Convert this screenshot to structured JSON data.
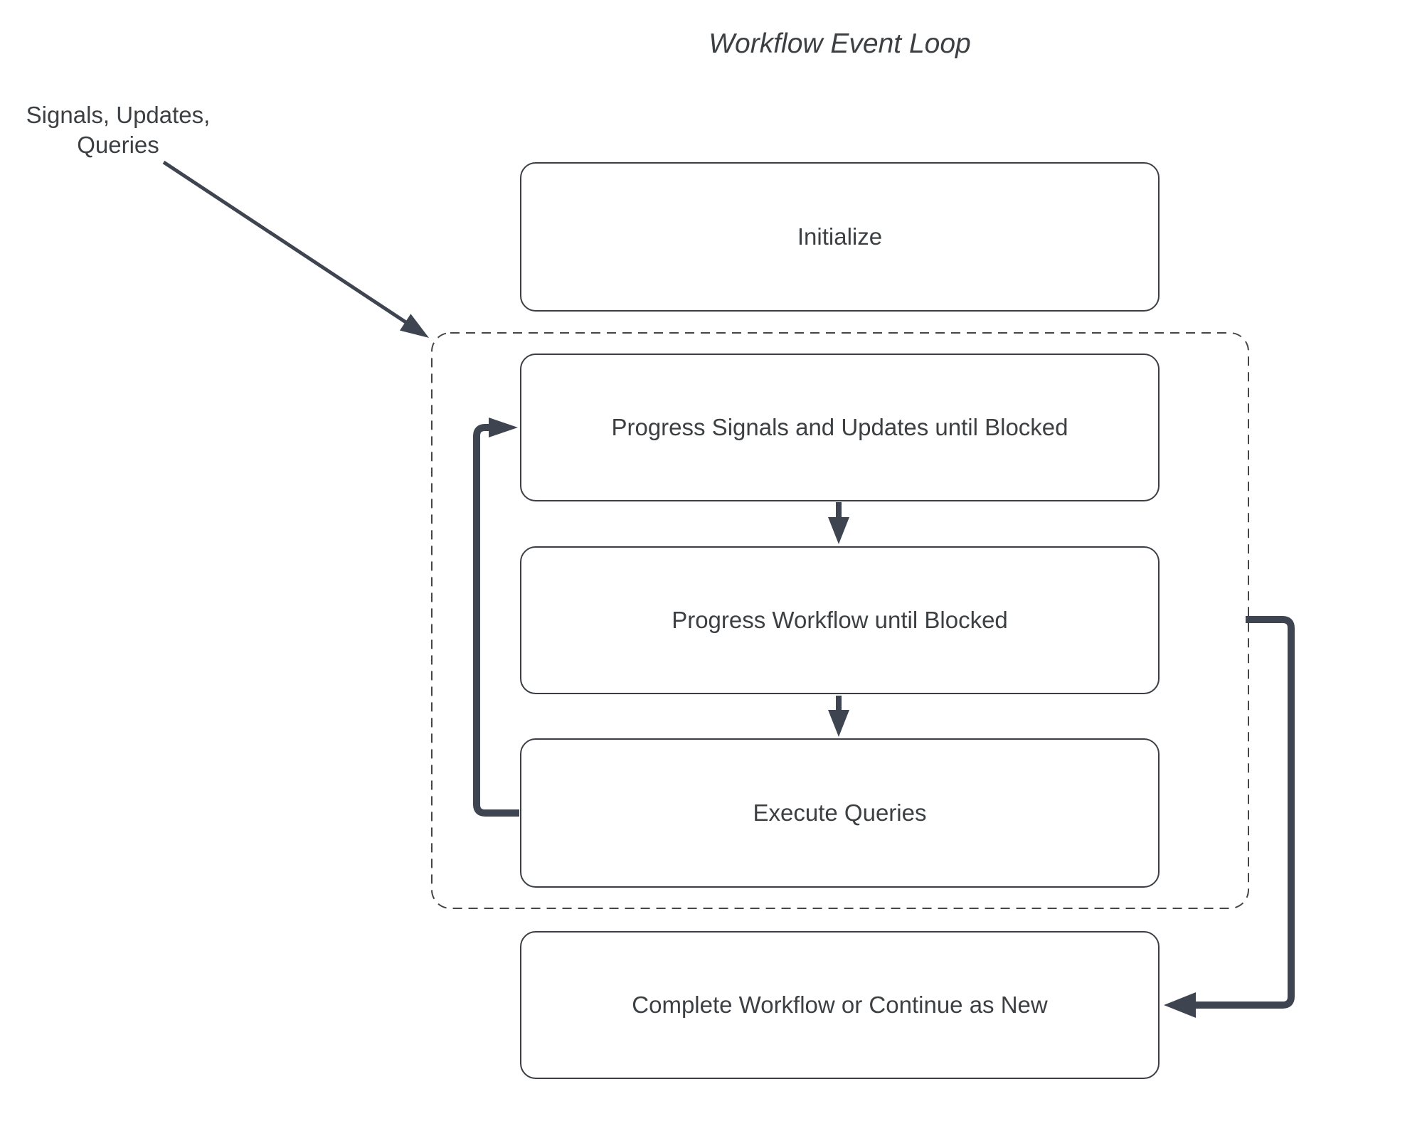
{
  "title": "Workflow Event Loop",
  "annotation": {
    "text": "Signals, Updates,\nQueries"
  },
  "nodes": {
    "initialize": {
      "label": "Initialize"
    },
    "progress_signals": {
      "label": "Progress Signals and Updates until Blocked"
    },
    "progress_workflow": {
      "label": "Progress Workflow until Blocked"
    },
    "execute_queries": {
      "label": "Execute Queries"
    },
    "complete": {
      "label": "Complete Workflow or Continue as New"
    }
  },
  "container": {
    "style": "dashed",
    "contains": [
      "progress_signals",
      "progress_workflow",
      "execute_queries"
    ]
  },
  "edges": [
    {
      "from": "annotation_signals_updates_queries",
      "to": "event_loop_container",
      "style": "thin-diagonal-arrow"
    },
    {
      "from": "progress_signals",
      "to": "progress_workflow",
      "style": "down-arrow"
    },
    {
      "from": "progress_workflow",
      "to": "execute_queries",
      "style": "down-arrow"
    },
    {
      "from": "execute_queries",
      "to": "progress_signals",
      "style": "thick-loop-back-left"
    },
    {
      "from": "event_loop_container",
      "to": "complete",
      "style": "thick-exit-right"
    }
  ],
  "colors": {
    "background": "#ffffff",
    "text": "#3c4043",
    "box_border": "#3b3e43",
    "dashed_border": "#44464a",
    "arrow": "#3e4551"
  }
}
